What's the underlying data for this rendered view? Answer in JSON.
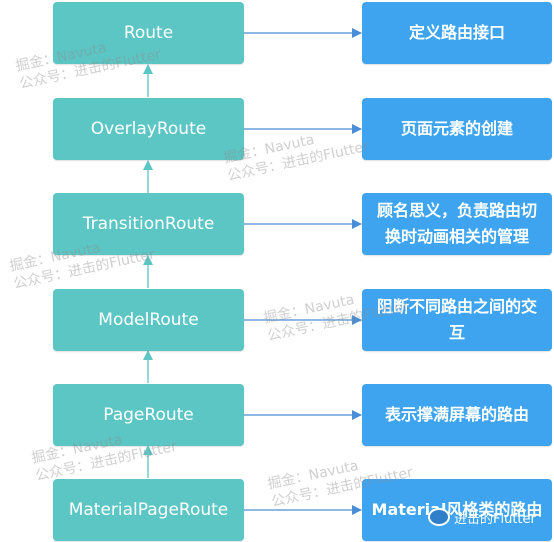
{
  "colors": {
    "teal": "#5cc6c4",
    "blue": "#3ea4f0",
    "line": "#4a8fd6"
  },
  "classes": [
    {
      "label": "Route"
    },
    {
      "label": "OverlayRoute"
    },
    {
      "label": "TransitionRoute"
    },
    {
      "label": "ModelRoute"
    },
    {
      "label": "PageRoute"
    },
    {
      "label": "MaterialPageRoute"
    }
  ],
  "descriptions": [
    {
      "text": "定义路由接口"
    },
    {
      "text": "页面元素的创建"
    },
    {
      "text": "顾名思义，负责路由切换时动画相关的管理"
    },
    {
      "text": "阻断不同路由之间的交互"
    },
    {
      "text": "表示撑满屏幕的路由"
    },
    {
      "text": "Material风格类的路由"
    }
  ],
  "watermarks": [
    {
      "line1": "掘金：Navuta",
      "line2": "公众号：进击的Flutter"
    },
    {
      "line1": "掘金：Navuta",
      "line2": "公众号：进击的Flutter"
    },
    {
      "line1": "掘金：Navuta",
      "line2": "公众号：进击的Flutter"
    },
    {
      "line1": "掘金：Navuta",
      "line2": "公众号：进击的Flutter"
    },
    {
      "line1": "掘金：Navuta",
      "line2": "公众号：进击的Flutter"
    },
    {
      "line1": "掘金：Navuta",
      "line2": "公众号：进击的Flutter"
    }
  ],
  "badge": {
    "text": "进击的Flutter"
  }
}
